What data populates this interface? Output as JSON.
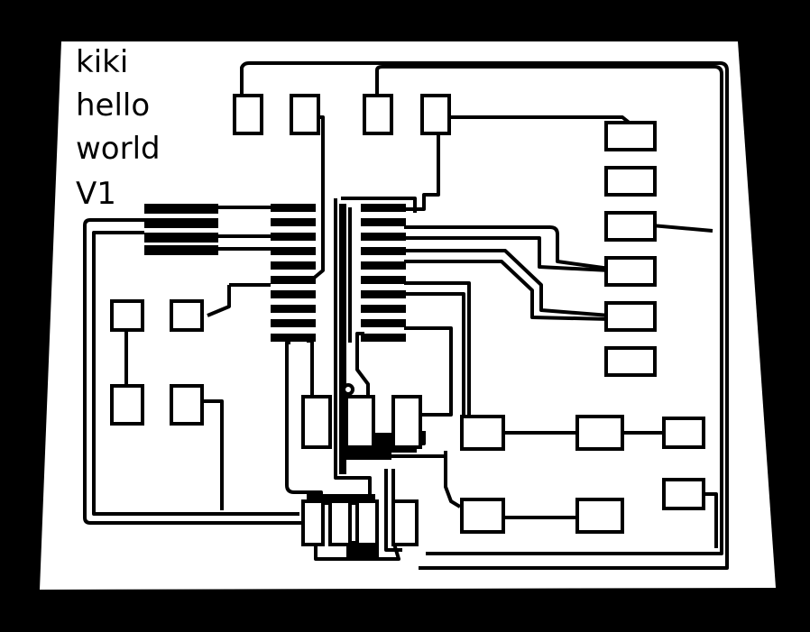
{
  "board": {
    "label_lines": [
      "kiki",
      "hello",
      "world",
      "V1"
    ],
    "background_color": "#000000",
    "board_color": "#ffffff",
    "copper_color": "#000000"
  }
}
